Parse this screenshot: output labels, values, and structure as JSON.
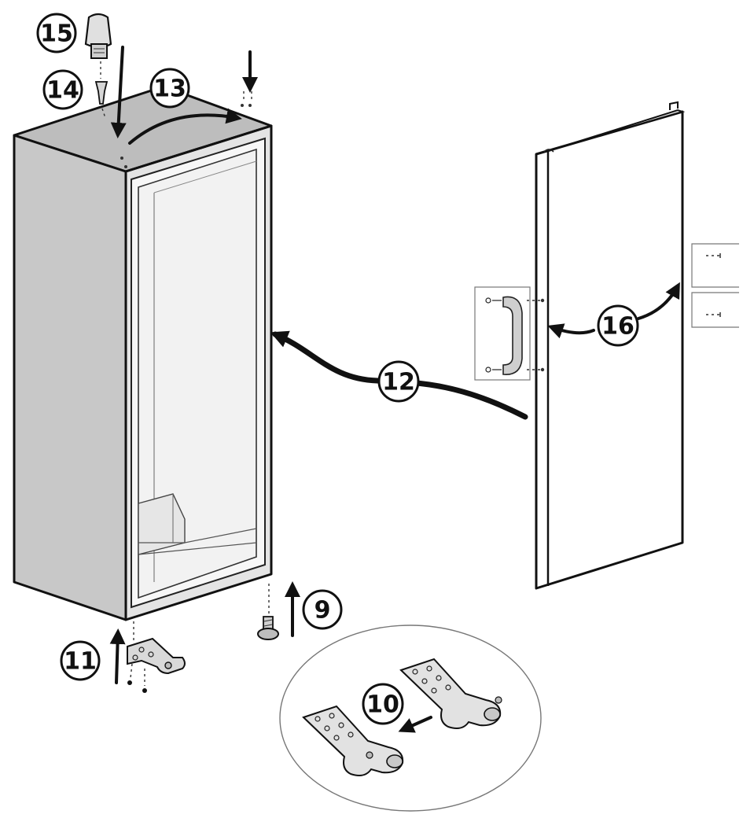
{
  "steps": [
    {
      "id": "9",
      "label": "9"
    },
    {
      "id": "10",
      "label": "10"
    },
    {
      "id": "11",
      "label": "11"
    },
    {
      "id": "12",
      "label": "12"
    },
    {
      "id": "13",
      "label": "13"
    },
    {
      "id": "14",
      "label": "14"
    },
    {
      "id": "15",
      "label": "15"
    },
    {
      "id": "16",
      "label": "16"
    }
  ],
  "colors": {
    "line": "#111111",
    "cabinet_side": "#c8c8c8",
    "cabinet_top": "#bdbdbd",
    "interior": "#f2f2f2",
    "door": "#ffffff",
    "hinge": "#d9d9d9",
    "handle": "#cfcfcf"
  },
  "icons": [
    "hinge-cover-icon",
    "hinge-pin-icon",
    "foot-icon",
    "handle-icon",
    "screw-icon"
  ]
}
